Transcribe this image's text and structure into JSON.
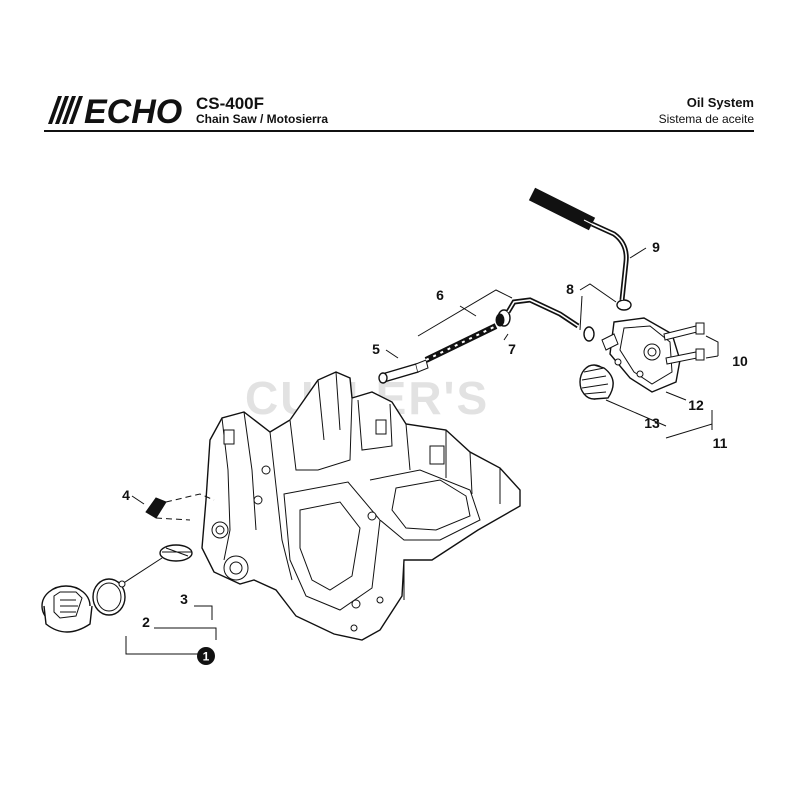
{
  "header": {
    "brand": "ECHO",
    "model": "CS-400F",
    "subtitle": "Chain Saw / Motosierra",
    "section_en": "Oil System",
    "section_es": "Sistema de aceite"
  },
  "watermark": "CUTLER'S",
  "callouts": {
    "c1": "1",
    "c2": "2",
    "c3": "3",
    "c4": "4",
    "c5": "5",
    "c6": "6",
    "c7": "7",
    "c8": "8",
    "c9": "9",
    "c10": "10",
    "c11": "11",
    "c12": "12",
    "c13": "13"
  },
  "colors": {
    "ink": "#111111",
    "watermark": "#e2e2e2",
    "background": "#ffffff"
  }
}
